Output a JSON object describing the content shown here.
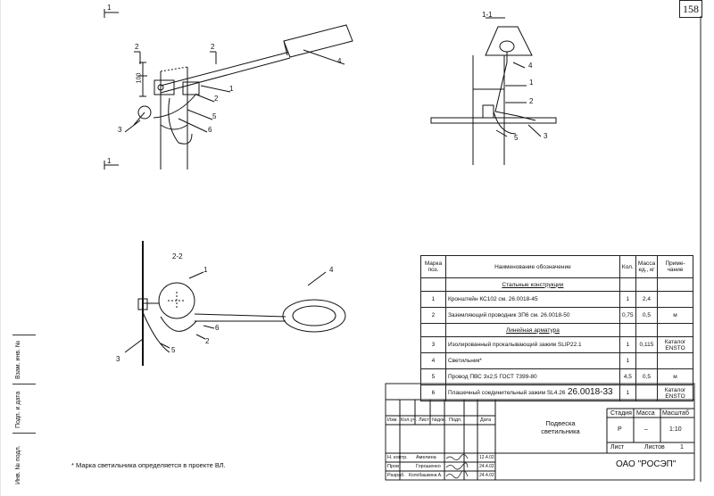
{
  "sheet_number": "158",
  "views": {
    "section_1_1": "1-1",
    "section_2_2": "2-2",
    "cut_mark": "1",
    "cut_mark_2": "2",
    "dim_100": "100"
  },
  "callouts": [
    "1",
    "2",
    "3",
    "4",
    "5",
    "6"
  ],
  "side_stamp": {
    "inv_podl": "Инв. № подл.",
    "podp_data": "Подп. и дата",
    "vzam_inv": "Взам. инв. №"
  },
  "spec_table": {
    "headers": {
      "mark": "Марка поз.",
      "name": "Наименование обозначение",
      "qty": "Кол.",
      "mass": "Масса ед., кг",
      "note": "Приме- чание"
    },
    "section_steel": "Стальные конструкции",
    "section_fittings": "Линейная арматура",
    "rows": [
      {
        "pos": "1",
        "name": "Кронштейн КС102 см. 26.0018-45",
        "qty": "1",
        "mass": "2,4",
        "note": ""
      },
      {
        "pos": "2",
        "name": "Заземляющий проводник ЗП6 см. 26.0018-50",
        "qty": "0,75",
        "mass": "0,5",
        "note": "м"
      },
      {
        "pos": "3",
        "name": "Изолированный прокалывающий зажим SLIP22.1",
        "qty": "1",
        "mass": "0,115",
        "note": "Каталог ENSTO"
      },
      {
        "pos": "4",
        "name": "Светильник*",
        "qty": "1",
        "mass": "",
        "note": ""
      },
      {
        "pos": "5",
        "name": "Провод ПВС 3х2,5 ГОСТ 7399-80",
        "qty": "4,5",
        "mass": "0,5",
        "note": "м"
      },
      {
        "pos": "6",
        "name": "Плашечный соединительный зажим SL4.26",
        "qty": "1",
        "mass": "",
        "note": "Каталог ENSTO"
      }
    ]
  },
  "title_block": {
    "doc_code": "26.0018-33",
    "title": "Подвеска светильника",
    "stage_label": "Стадия",
    "mass_label": "Масса",
    "scale_label": "Масштаб",
    "stage": "Р",
    "mass": "–",
    "scale": "1:10",
    "sheet_label": "Лист",
    "sheets_label": "Листов",
    "sheets": "1",
    "org": "ОАО \"РОСЭП\"",
    "col_headers": [
      "Изм.",
      "Кол.уч.",
      "Лист",
      "№док.",
      "Подп.",
      "Дата"
    ],
    "staff": [
      {
        "role": "Н. контр.",
        "name": "Амелина"
      },
      {
        "role": "Пров.",
        "name": "Горошенко"
      },
      {
        "role": "Разраб.",
        "name": "Колобашкина А."
      }
    ],
    "dates": [
      "12.4.02",
      "24.4.02",
      "24.4.02"
    ]
  },
  "footnote": "* Марка светильника определяется в проекте ВЛ."
}
